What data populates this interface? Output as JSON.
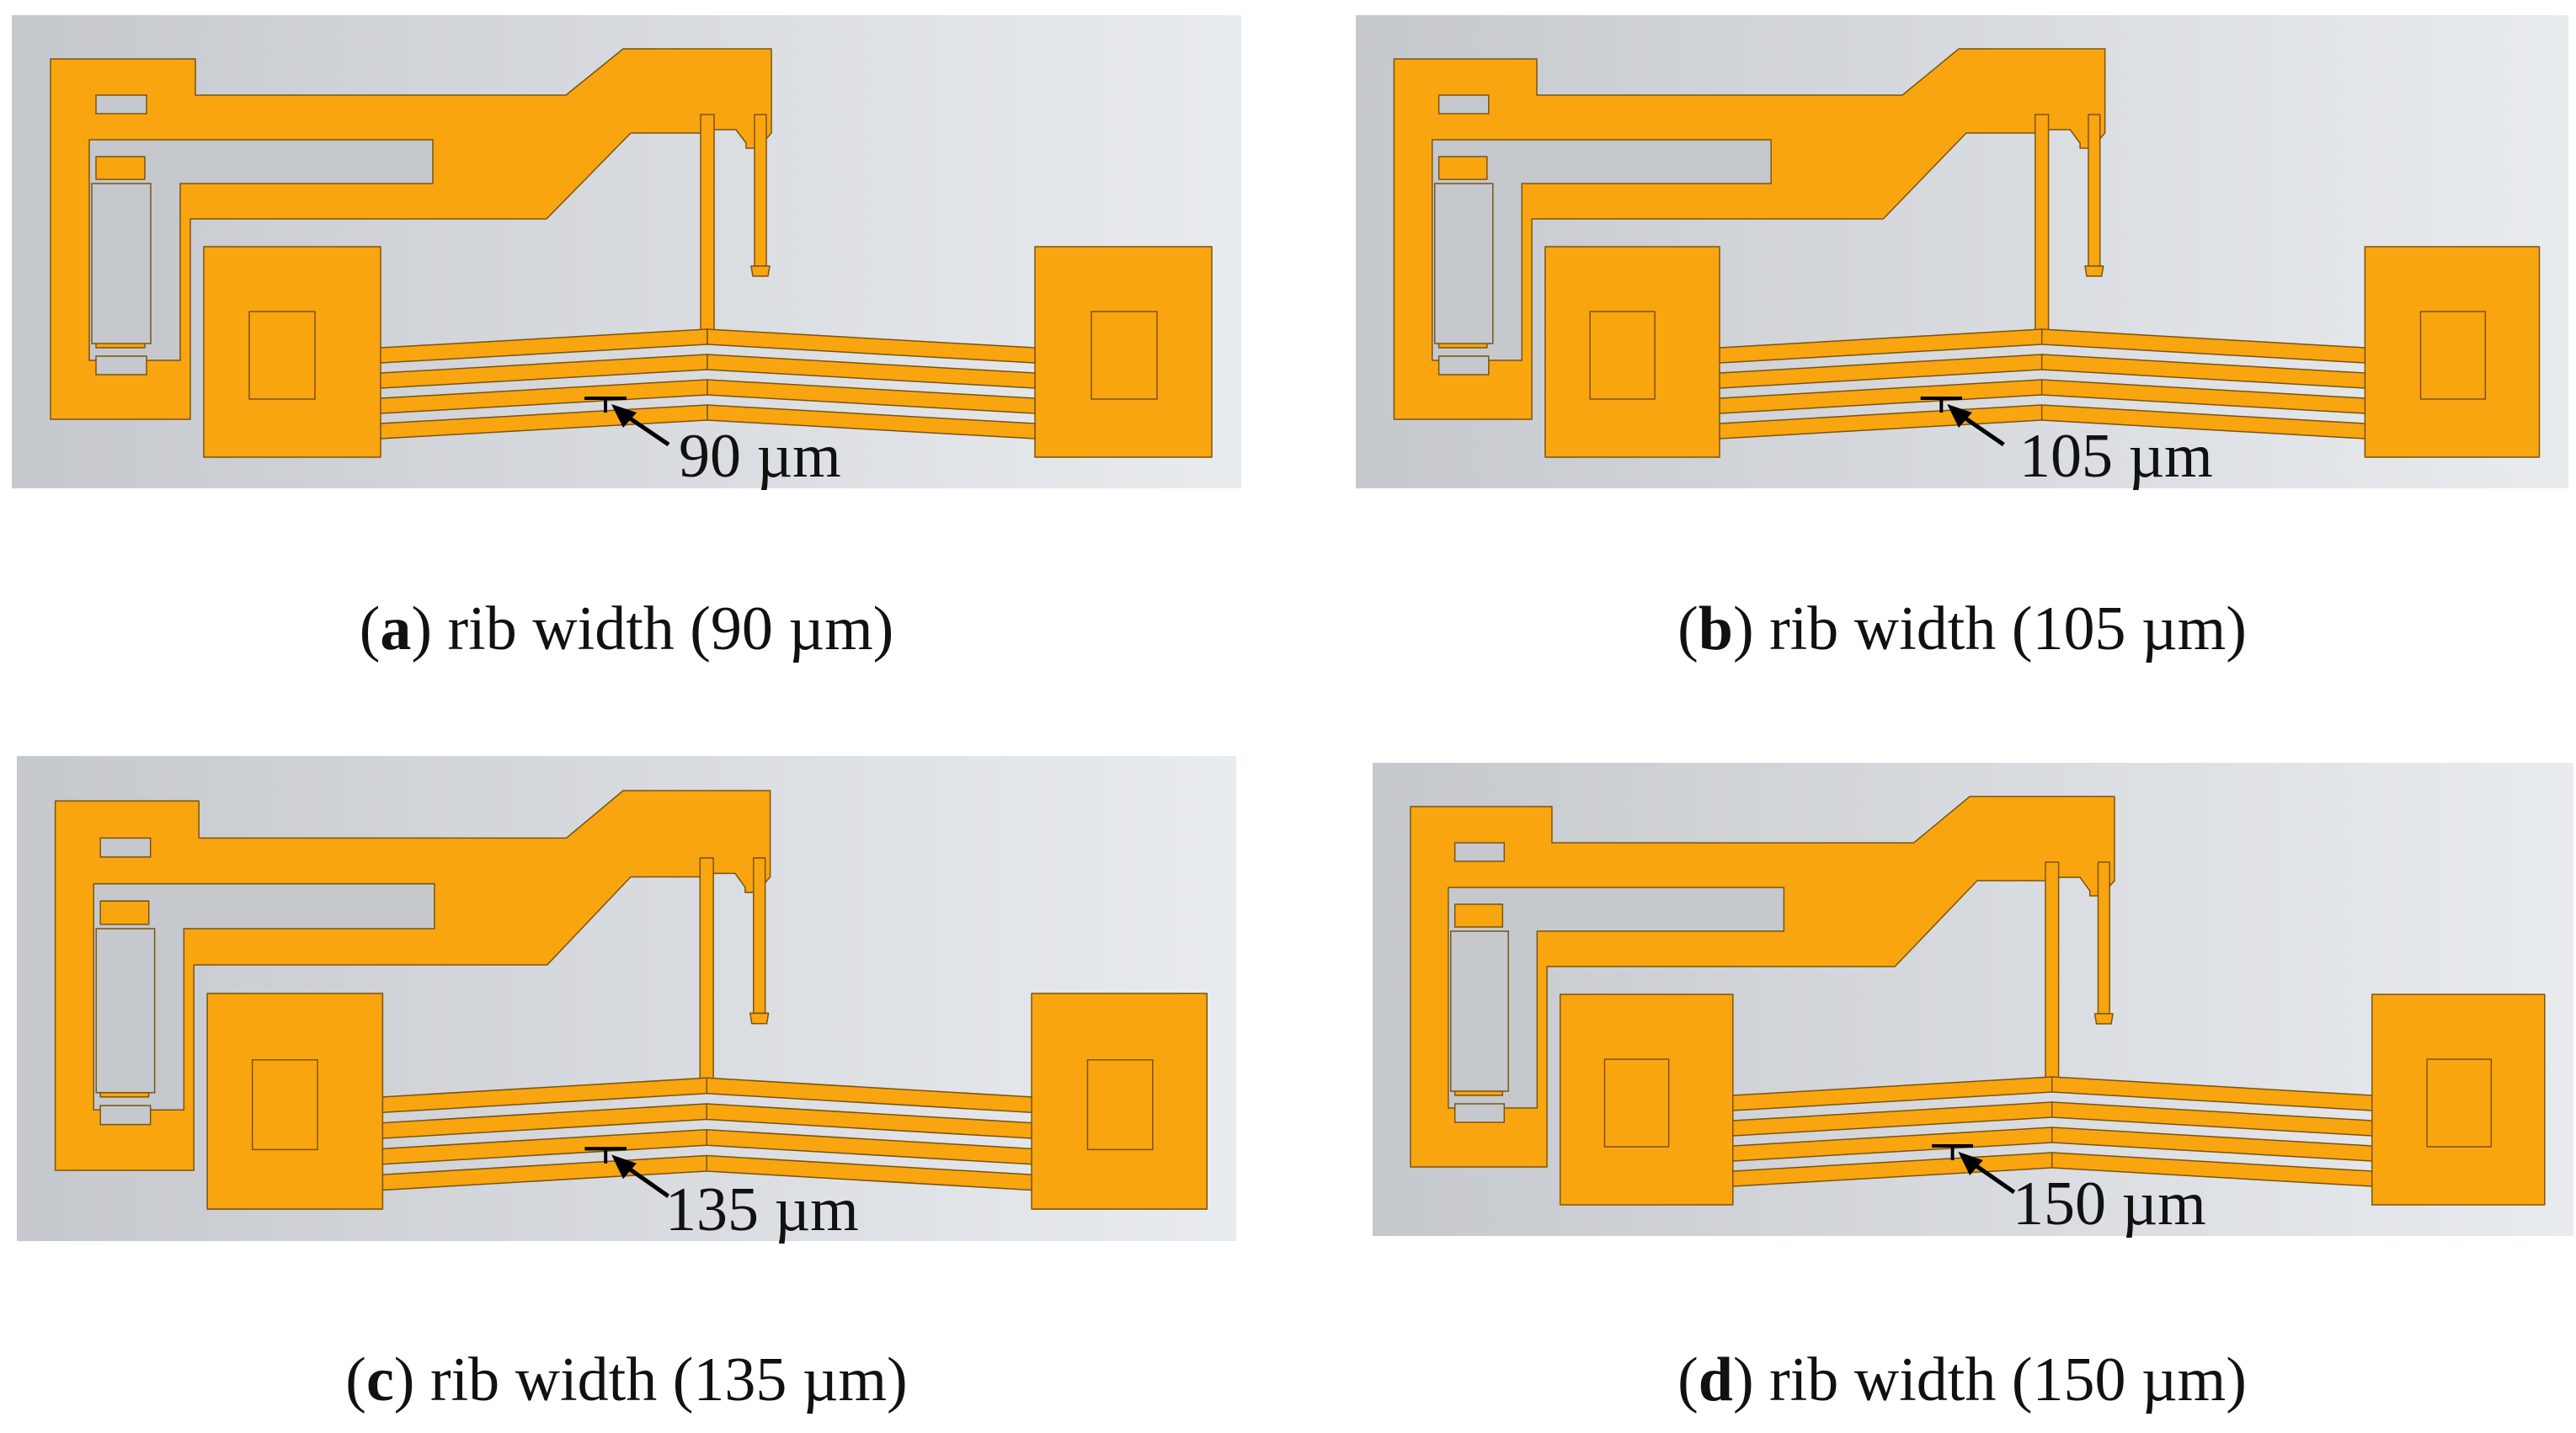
{
  "colors": {
    "trace": "#F9A510",
    "trace_edge": "#7a5410",
    "bg_left": "#c5c8cd",
    "bg_right": "#e9ecef",
    "label": "#111111"
  },
  "panels": [
    {
      "id": "a",
      "letter": "a",
      "annotation": "90 µm",
      "caption_rest": "rib width (90 µm)"
    },
    {
      "id": "b",
      "letter": "b",
      "annotation": "105 µm",
      "caption_rest": "rib width (105 µm)"
    },
    {
      "id": "c",
      "letter": "c",
      "annotation": "135 µm",
      "caption_rest": "rib width (135 µm)"
    },
    {
      "id": "d",
      "letter": "d",
      "annotation": "150 µm",
      "caption_rest": "rib width (150 µm)"
    }
  ]
}
